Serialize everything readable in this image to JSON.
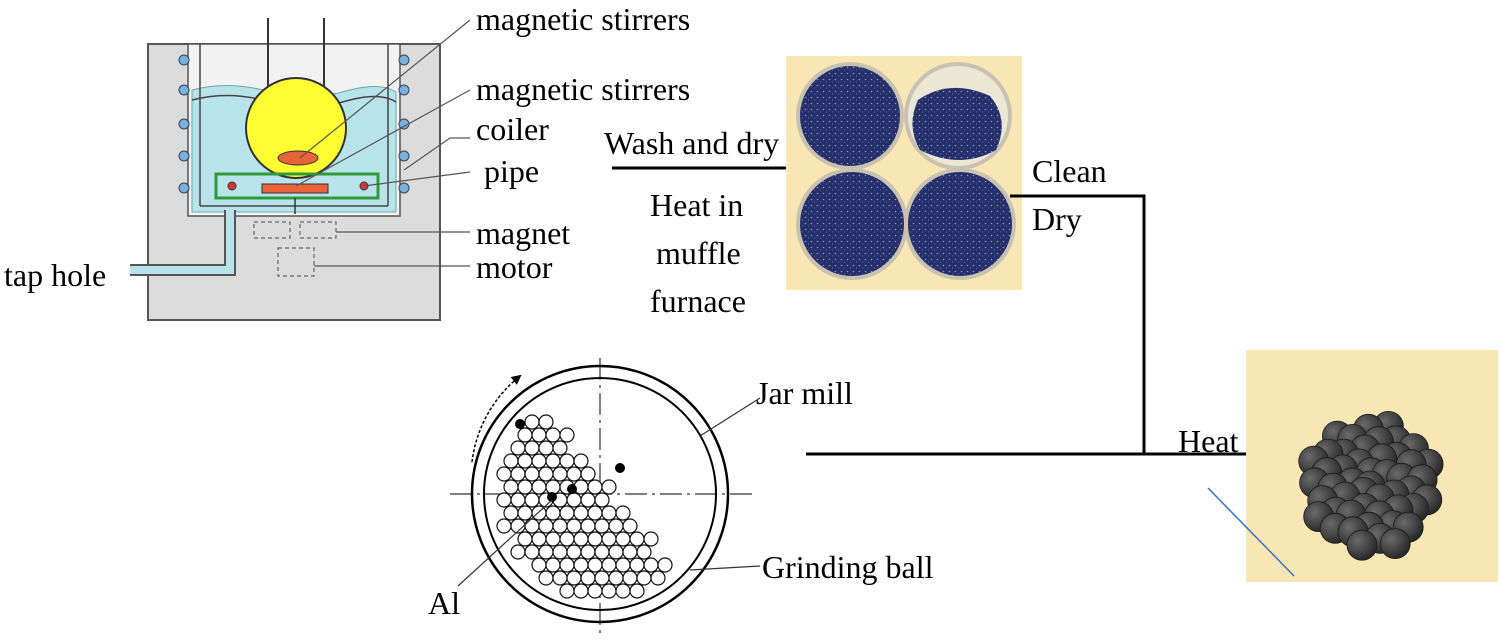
{
  "colors": {
    "vessel_outer": "#dcdcdc",
    "water": "#b9e3ea",
    "flask_fill": "#ffff33",
    "stir_bar": "#e8623a",
    "frame_green": "#2e9a3a",
    "coil_dot": "#7ab0dc",
    "photo_bg": "#f8e7b4",
    "powder": "#25306b",
    "pellet": "#3b3b3b"
  },
  "icons": [
    "arrow-icon"
  ],
  "labels": {
    "magnetic_stirrers_1": "magnetic stirrers",
    "magnetic_stirrers_2": "magnetic stirrers",
    "coiler": "coiler",
    "pipe": "pipe",
    "magnet": "magnet",
    "motor": "motor",
    "tap_hole": "tap hole",
    "wash_and_dry": "Wash and dry",
    "heat_in": "Heat in",
    "muffle": "muffle",
    "furnace": "furnace",
    "clean": "Clean",
    "dry": "Dry",
    "jar_mill": "Jar mill",
    "grinding_ball": "Grinding ball",
    "al": "Al",
    "heat": "Heat"
  }
}
